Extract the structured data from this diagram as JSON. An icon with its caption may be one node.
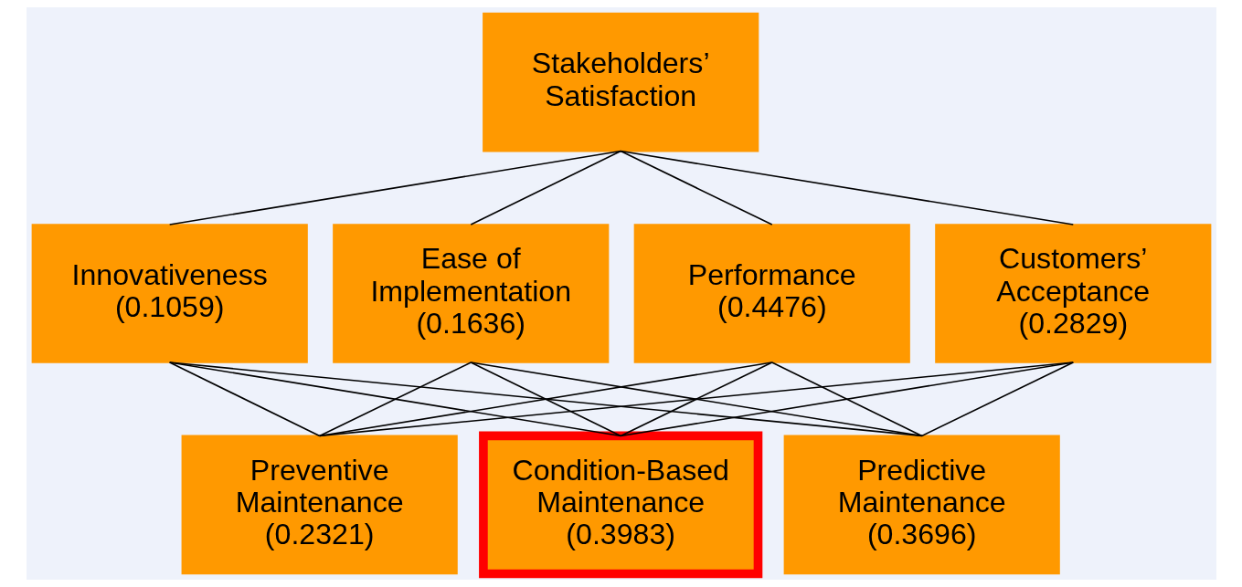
{
  "diagram": {
    "nodes": [
      {
        "text": [
          "Stakeholders’ Satisfaction"
        ]
      },
      {
        "text": [
          "Innovativeness",
          "(0.1059)"
        ]
      },
      {
        "text": [
          "Ease of Implementation",
          "(0.1636)"
        ]
      },
      {
        "text": [
          "Performance",
          "(0.4476)"
        ]
      },
      {
        "text": [
          "Customers’ Acceptance",
          "(0.2829)"
        ]
      },
      {
        "text": [
          "Preventive Maintenance",
          "(0.2321)"
        ]
      },
      {
        "text": [
          "Condition-Based Maintenance",
          "(0.3983)"
        ]
      },
      {
        "text": [
          "Predictive Maintenance",
          "(0.3696)"
        ]
      }
    ],
    "edges": [
      {
        "from": 0,
        "to": 1,
        "arrow": "none"
      },
      {
        "from": 0,
        "to": 2,
        "arrow": "none"
      },
      {
        "from": 0,
        "to": 3,
        "arrow": "none"
      },
      {
        "from": 0,
        "to": 4,
        "arrow": "none"
      },
      {
        "from": 1,
        "to": 5,
        "arrow": "none"
      },
      {
        "from": 1,
        "to": 6,
        "arrow": "none"
      },
      {
        "from": 1,
        "to": 7,
        "arrow": "none"
      },
      {
        "from": 2,
        "to": 5,
        "arrow": "none"
      },
      {
        "from": 2,
        "to": 6,
        "arrow": "none"
      },
      {
        "from": 2,
        "to": 7,
        "arrow": "none"
      },
      {
        "from": 3,
        "to": 5,
        "arrow": "none"
      },
      {
        "from": 3,
        "to": 6,
        "arrow": "none"
      },
      {
        "from": 3,
        "to": 7,
        "arrow": "none"
      },
      {
        "from": 4,
        "to": 5,
        "arrow": "none"
      },
      {
        "from": 4,
        "to": 6,
        "arrow": "none"
      },
      {
        "from": 4,
        "to": 7,
        "arrow": "none"
      }
    ]
  }
}
